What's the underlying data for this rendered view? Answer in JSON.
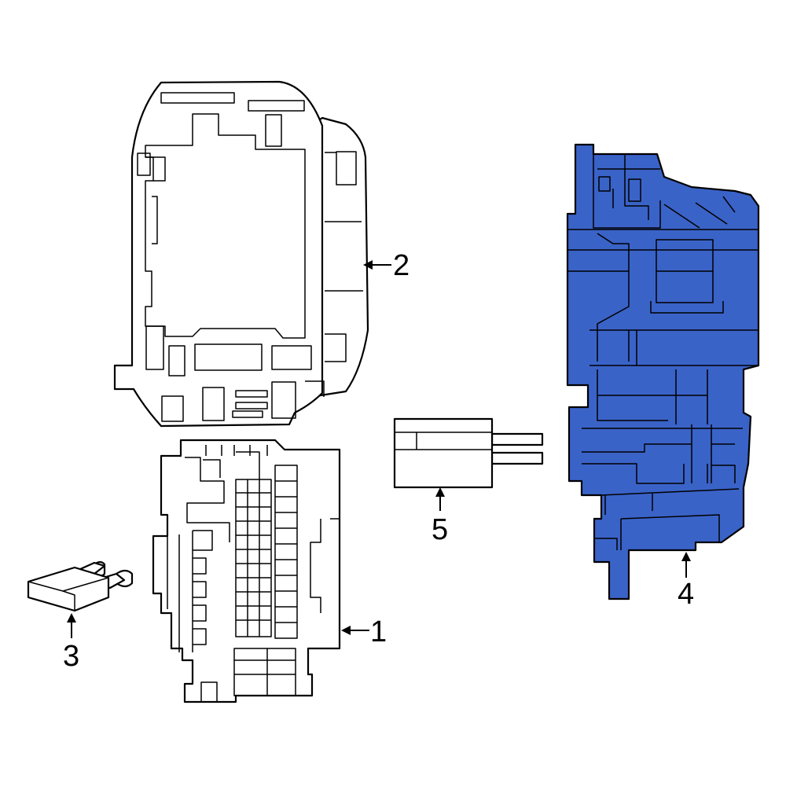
{
  "colors": {
    "line": "#000000",
    "background": "#ffffff",
    "highlight": "#3a63c8"
  },
  "callouts": [
    {
      "id": "1",
      "label": "1"
    },
    {
      "id": "2",
      "label": "2"
    },
    {
      "id": "3",
      "label": "3"
    },
    {
      "id": "4",
      "label": "4"
    },
    {
      "id": "5",
      "label": "5"
    }
  ],
  "highlighted_part": "4"
}
